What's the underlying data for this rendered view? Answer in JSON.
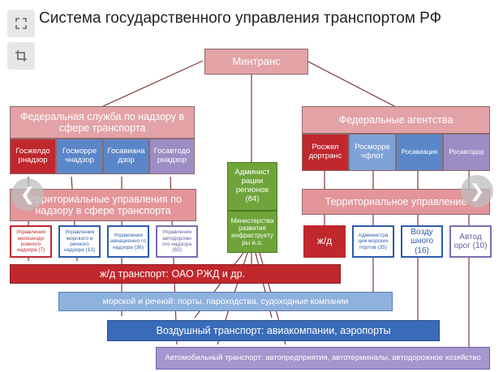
{
  "title": "Система государственного управления транспортом РФ",
  "ministry": "Минтранс",
  "federal_service": "Федеральная служба по надзору в сфере транспорта",
  "service_units": [
    "Госжелдо рнадзор",
    "Госморре чнадзор",
    "Госавиана дзор",
    "Госавтодо рнадзор"
  ],
  "federal_agencies": "Федеральные агентства",
  "agency_units": [
    "Росжел дортранс",
    "Росморре чфлот",
    "Росавиация",
    "Росавтодор"
  ],
  "center_top": "Админист рации регионов (84)",
  "center_bottom": "Министерства развития инфраструкту ры и.о.",
  "territorial_supervision": "Территориальные управления по надзору в сфере транспорта",
  "territorial_units": [
    "Управления железнодо рожного надзора (7)",
    "Управления морского и речного надзора (13)",
    "Управления авиационно го надзора (36)",
    "Управления автодорожн ого надзора (82)"
  ],
  "territorial_right": "Территориальное управление",
  "right_units": [
    "ж/д",
    "Администра ции морских портов (35)",
    "Возду шного (16)",
    "Автод орог (10)"
  ],
  "bands": {
    "rail": "ж/д транспорт: ОАО РЖД и др.",
    "sea": "морской и речной: порты, пароходства, судоходные компании",
    "air": "Воздушный транспорт: авиакомпании, аэропорты",
    "auto": "Автомобильный транспорт: автопредприятия, автотерминалы, автодорожное хозяйство"
  }
}
